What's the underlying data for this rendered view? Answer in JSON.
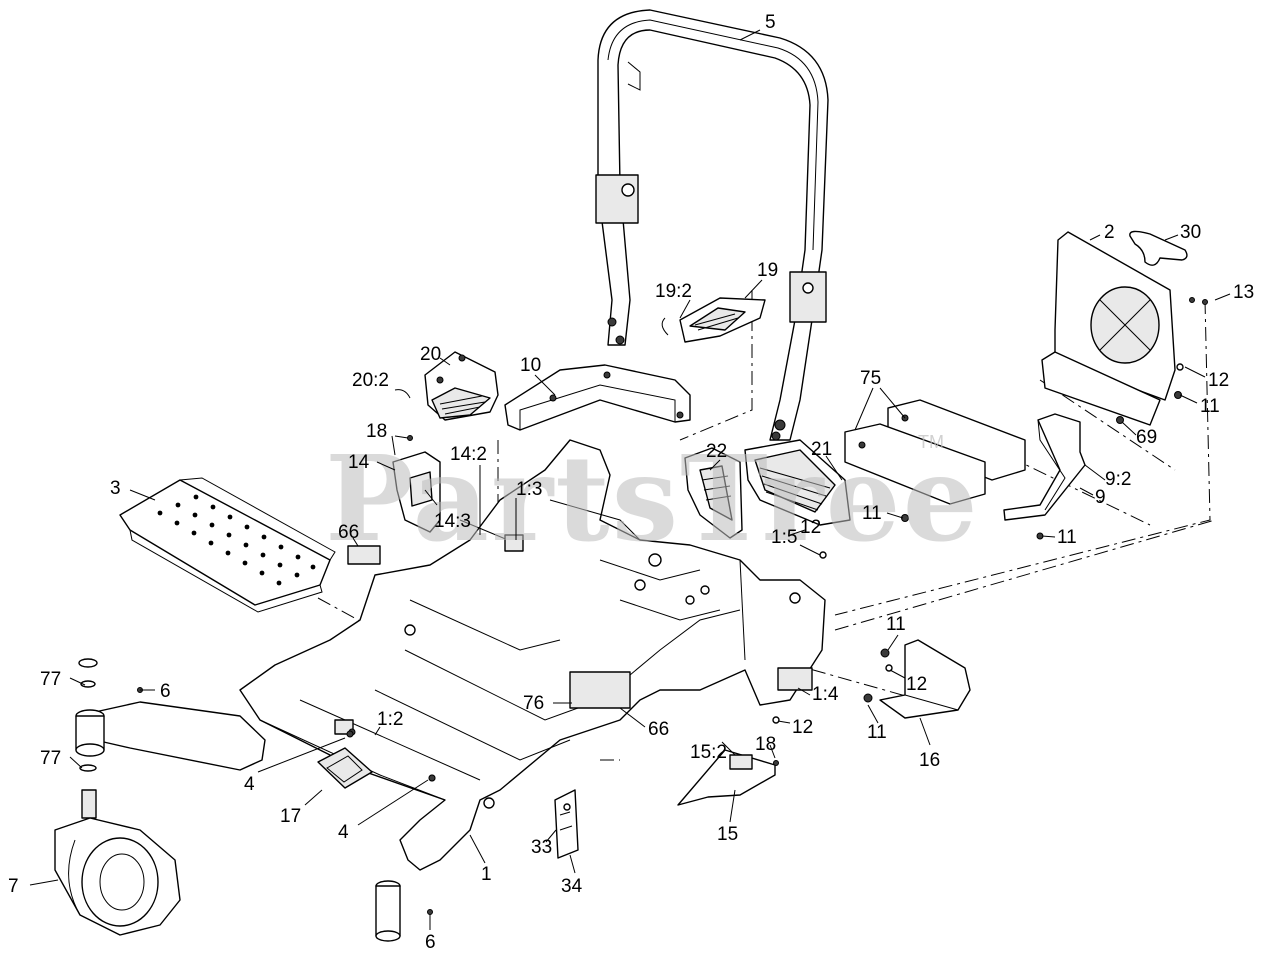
{
  "watermark": {
    "text": "PartsTree",
    "tm": "TM"
  },
  "callouts": [
    {
      "id": "c-5",
      "text": "5"
    },
    {
      "id": "c-2",
      "text": "2"
    },
    {
      "id": "c-30",
      "text": "30"
    },
    {
      "id": "c-13",
      "text": "13"
    },
    {
      "id": "c-19",
      "text": "19"
    },
    {
      "id": "c-19-2",
      "text": "19:2"
    },
    {
      "id": "c-12a",
      "text": "12"
    },
    {
      "id": "c-11a",
      "text": "11"
    },
    {
      "id": "c-69",
      "text": "69"
    },
    {
      "id": "c-75",
      "text": "75"
    },
    {
      "id": "c-20",
      "text": "20"
    },
    {
      "id": "c-20-2",
      "text": "20:2"
    },
    {
      "id": "c-10",
      "text": "10"
    },
    {
      "id": "c-18a",
      "text": "18"
    },
    {
      "id": "c-14",
      "text": "14"
    },
    {
      "id": "c-14-2",
      "text": "14:2"
    },
    {
      "id": "c-14-3",
      "text": "14:3"
    },
    {
      "id": "c-3",
      "text": "3"
    },
    {
      "id": "c-66a",
      "text": "66"
    },
    {
      "id": "c-1-3",
      "text": "1:3"
    },
    {
      "id": "c-22",
      "text": "22"
    },
    {
      "id": "c-21",
      "text": "21"
    },
    {
      "id": "c-12b",
      "text": "12"
    },
    {
      "id": "c-1-5",
      "text": "1:5"
    },
    {
      "id": "c-11b",
      "text": "11"
    },
    {
      "id": "c-9-2",
      "text": "9:2"
    },
    {
      "id": "c-9",
      "text": "9"
    },
    {
      "id": "c-11c",
      "text": "11"
    },
    {
      "id": "c-11d",
      "text": "11"
    },
    {
      "id": "c-12c",
      "text": "12"
    },
    {
      "id": "c-11e",
      "text": "11"
    },
    {
      "id": "c-16",
      "text": "16"
    },
    {
      "id": "c-1-4",
      "text": "1:4"
    },
    {
      "id": "c-12d",
      "text": "12"
    },
    {
      "id": "c-77a",
      "text": "77"
    },
    {
      "id": "c-6a",
      "text": "6"
    },
    {
      "id": "c-77b",
      "text": "77"
    },
    {
      "id": "c-76",
      "text": "76"
    },
    {
      "id": "c-66b",
      "text": "66"
    },
    {
      "id": "c-1-2",
      "text": "1:2"
    },
    {
      "id": "c-4a",
      "text": "4"
    },
    {
      "id": "c-17",
      "text": "17"
    },
    {
      "id": "c-4b",
      "text": "4"
    },
    {
      "id": "c-15-2",
      "text": "15:2"
    },
    {
      "id": "c-18b",
      "text": "18"
    },
    {
      "id": "c-15",
      "text": "15"
    },
    {
      "id": "c-33",
      "text": "33"
    },
    {
      "id": "c-34",
      "text": "34"
    },
    {
      "id": "c-1",
      "text": "1"
    },
    {
      "id": "c-7",
      "text": "7"
    },
    {
      "id": "c-6b",
      "text": "6"
    }
  ]
}
